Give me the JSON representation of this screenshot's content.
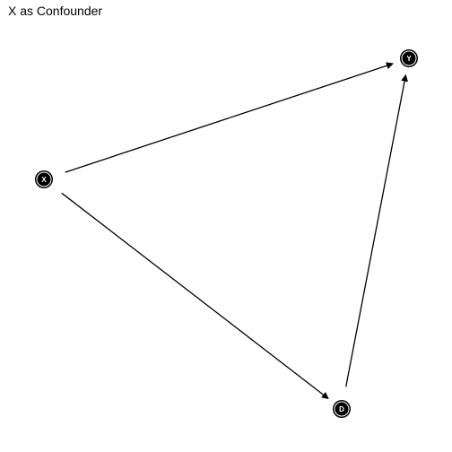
{
  "diagram": {
    "title": "X as Confounder",
    "colors": {
      "node_fill": "#000000",
      "node_ring": "#ffffff",
      "node_label": "#ffffff",
      "edge": "#000000",
      "background": "#ffffff"
    },
    "nodes": [
      {
        "id": "X",
        "label": "X"
      },
      {
        "id": "Y",
        "label": "Y"
      },
      {
        "id": "D",
        "label": "D"
      }
    ],
    "edges": [
      {
        "from": "X",
        "to": "Y"
      },
      {
        "from": "X",
        "to": "D"
      },
      {
        "from": "D",
        "to": "Y"
      }
    ]
  }
}
